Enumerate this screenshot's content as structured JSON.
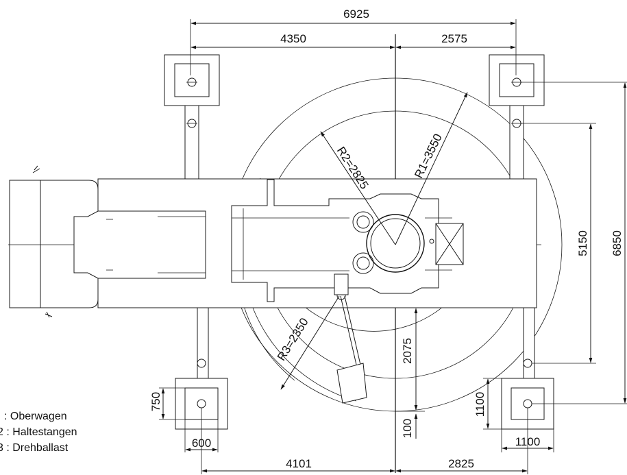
{
  "dimensions": {
    "top_total": "6925",
    "top_left": "4350",
    "top_right": "2575",
    "right_inner": "5150",
    "right_outer": "6850",
    "bottom_left": "4101",
    "bottom_right": "2825",
    "offset_2075": "2075",
    "offset_100": "100",
    "pad_750": "750",
    "pad_600": "600",
    "pad_1100_v": "1100",
    "pad_1100_h": "1100"
  },
  "radii": {
    "r1": "R1=3550",
    "r2": "R2=2825",
    "r3": "R3=2350"
  },
  "legend": [
    ": Oberwagen",
    "2 : Haltestangen",
    "3 : Drehballast"
  ]
}
